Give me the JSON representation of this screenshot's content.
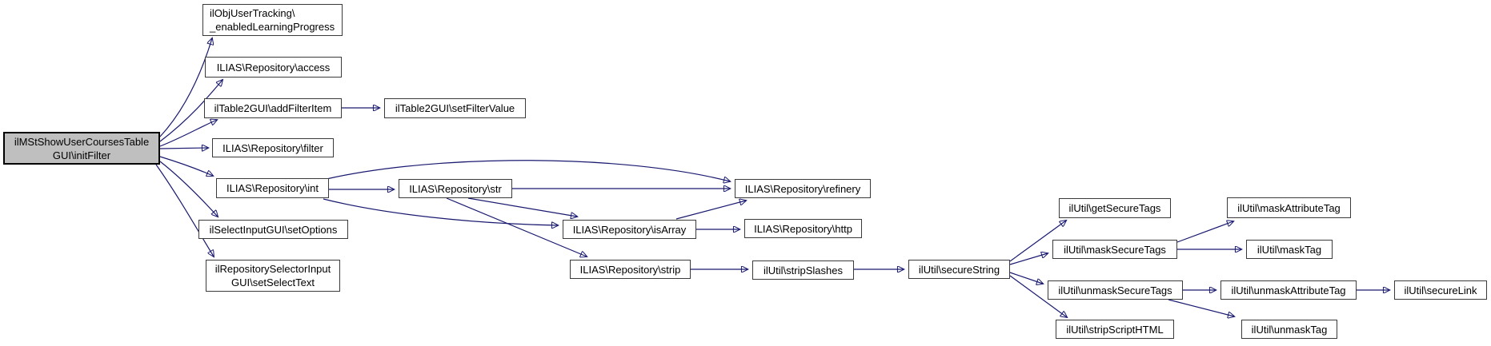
{
  "graph": {
    "kind": "call-graph",
    "colors": {
      "edge": "#191970",
      "node_border": "#3a3a3a",
      "node_fill": "#ffffff",
      "highlight_node_fill": "#bfbfbf",
      "text": "#000000",
      "background": "#ffffff"
    },
    "nodes": [
      {
        "id": "initFilter",
        "label": "ilMStShowUserCoursesTable\nGUI\\initFilter",
        "highlighted": true
      },
      {
        "id": "enabledLearningProgress",
        "label": "ilObjUserTracking\\\n_enabledLearningProgress"
      },
      {
        "id": "access",
        "label": "ILIAS\\Repository\\access"
      },
      {
        "id": "addFilterItem",
        "label": "ilTable2GUI\\addFilterItem"
      },
      {
        "id": "setFilterValue",
        "label": "ilTable2GUI\\setFilterValue"
      },
      {
        "id": "filter",
        "label": "ILIAS\\Repository\\filter"
      },
      {
        "id": "int",
        "label": "ILIAS\\Repository\\int"
      },
      {
        "id": "setOptions",
        "label": "ilSelectInputGUI\\setOptions"
      },
      {
        "id": "setSelectText",
        "label": "ilRepositorySelectorInput\nGUI\\setSelectText"
      },
      {
        "id": "str",
        "label": "ILIAS\\Repository\\str"
      },
      {
        "id": "isArray",
        "label": "ILIAS\\Repository\\isArray"
      },
      {
        "id": "strip",
        "label": "ILIAS\\Repository\\strip"
      },
      {
        "id": "refinery",
        "label": "ILIAS\\Repository\\refinery"
      },
      {
        "id": "http",
        "label": "ILIAS\\Repository\\http"
      },
      {
        "id": "stripSlashes",
        "label": "ilUtil\\stripSlashes"
      },
      {
        "id": "secureString",
        "label": "ilUtil\\secureString"
      },
      {
        "id": "getSecureTags",
        "label": "ilUtil\\getSecureTags"
      },
      {
        "id": "maskSecureTags",
        "label": "ilUtil\\maskSecureTags"
      },
      {
        "id": "unmaskSecureTags",
        "label": "ilUtil\\unmaskSecureTags"
      },
      {
        "id": "stripScriptHTML",
        "label": "ilUtil\\stripScriptHTML"
      },
      {
        "id": "maskAttributeTag",
        "label": "ilUtil\\maskAttributeTag"
      },
      {
        "id": "maskTag",
        "label": "ilUtil\\maskTag"
      },
      {
        "id": "unmaskAttributeTag",
        "label": "ilUtil\\unmaskAttributeTag"
      },
      {
        "id": "secureLink",
        "label": "ilUtil\\secureLink"
      },
      {
        "id": "unmaskTag",
        "label": "ilUtil\\unmaskTag"
      }
    ],
    "edges": [
      {
        "from": "initFilter",
        "to": "enabledLearningProgress"
      },
      {
        "from": "initFilter",
        "to": "access"
      },
      {
        "from": "initFilter",
        "to": "addFilterItem"
      },
      {
        "from": "initFilter",
        "to": "filter"
      },
      {
        "from": "initFilter",
        "to": "int"
      },
      {
        "from": "initFilter",
        "to": "setOptions"
      },
      {
        "from": "initFilter",
        "to": "setSelectText"
      },
      {
        "from": "addFilterItem",
        "to": "setFilterValue"
      },
      {
        "from": "int",
        "to": "str"
      },
      {
        "from": "int",
        "to": "refinery"
      },
      {
        "from": "int",
        "to": "isArray"
      },
      {
        "from": "str",
        "to": "refinery"
      },
      {
        "from": "str",
        "to": "isArray"
      },
      {
        "from": "str",
        "to": "strip"
      },
      {
        "from": "isArray",
        "to": "refinery"
      },
      {
        "from": "isArray",
        "to": "http"
      },
      {
        "from": "strip",
        "to": "stripSlashes"
      },
      {
        "from": "stripSlashes",
        "to": "secureString"
      },
      {
        "from": "secureString",
        "to": "getSecureTags"
      },
      {
        "from": "secureString",
        "to": "maskSecureTags"
      },
      {
        "from": "secureString",
        "to": "unmaskSecureTags"
      },
      {
        "from": "secureString",
        "to": "stripScriptHTML"
      },
      {
        "from": "maskSecureTags",
        "to": "maskAttributeTag"
      },
      {
        "from": "maskSecureTags",
        "to": "maskTag"
      },
      {
        "from": "unmaskSecureTags",
        "to": "unmaskAttributeTag"
      },
      {
        "from": "unmaskSecureTags",
        "to": "unmaskTag"
      },
      {
        "from": "unmaskAttributeTag",
        "to": "secureLink"
      }
    ]
  }
}
